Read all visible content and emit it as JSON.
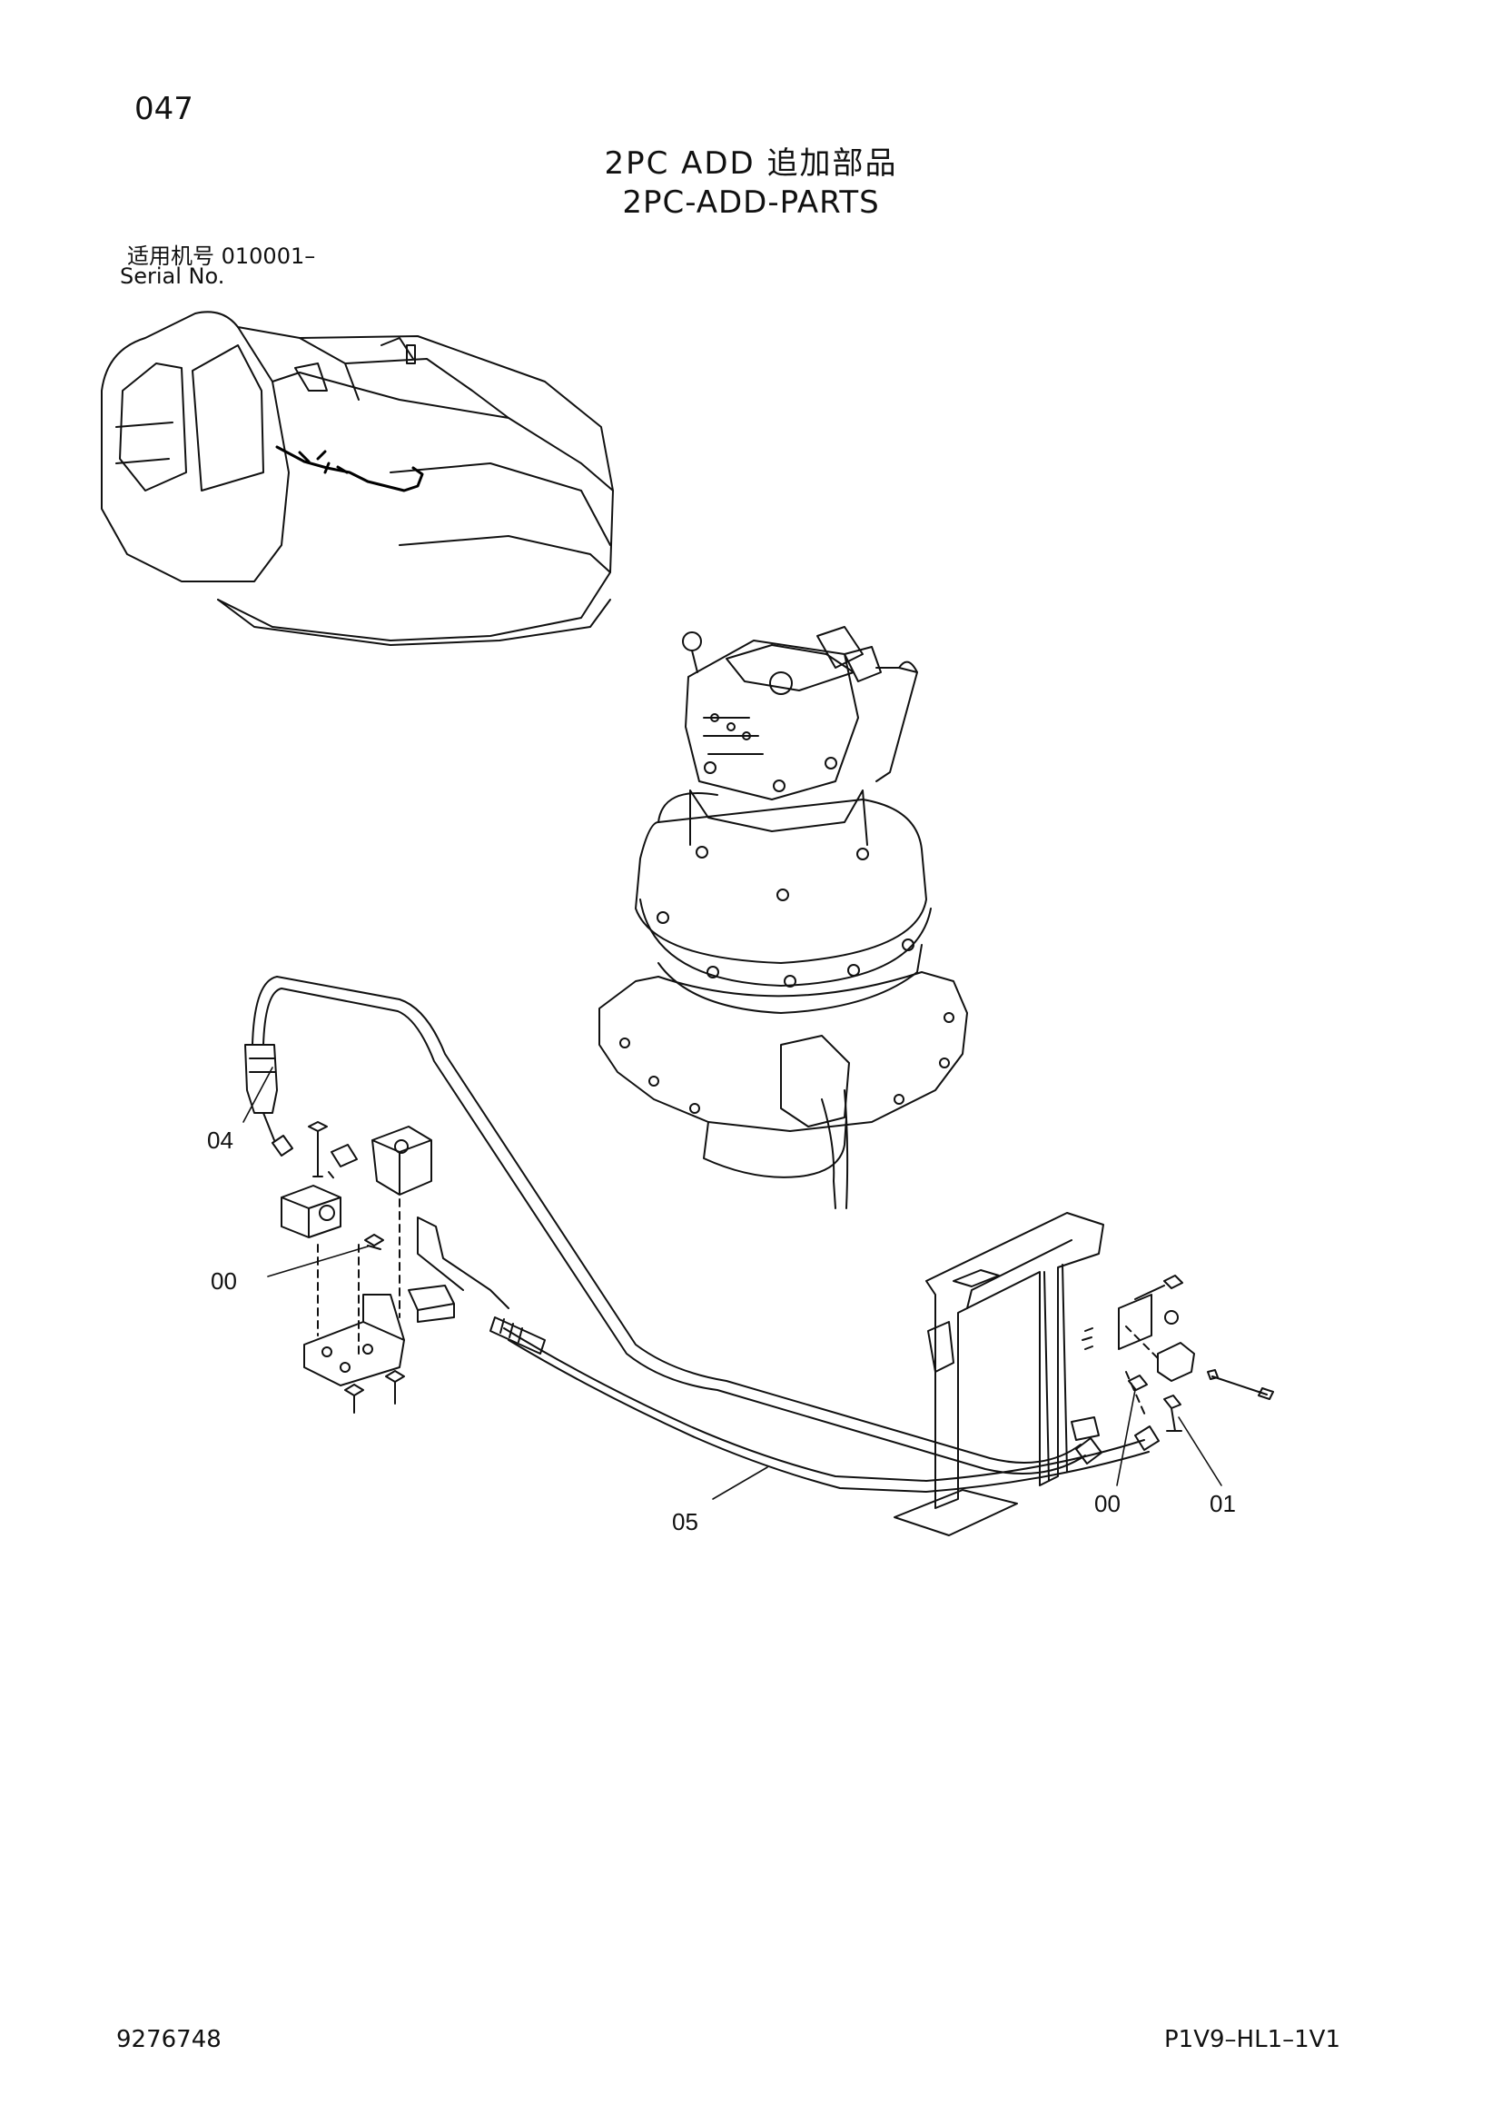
{
  "page_number": "047",
  "title_cn": "2PC ADD 追加部品",
  "title_en": "2PC-ADD-PARTS",
  "serial_cn": "适用机号  010001–",
  "serial_en": "Serial No.",
  "doc_number": "9276748",
  "page_code": "P1V9–HL1–1V1",
  "callouts": {
    "c04": "04",
    "c00a": "00",
    "c05": "05",
    "c00b": "00",
    "c01": "01"
  }
}
